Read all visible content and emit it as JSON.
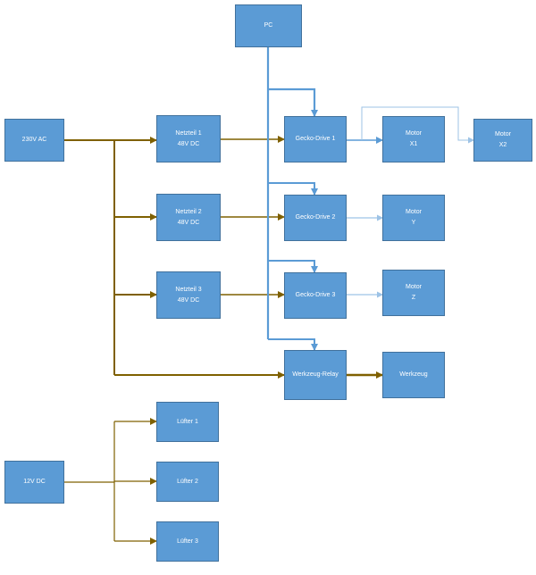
{
  "diagram": {
    "nodes": {
      "pc": {
        "label": "PC"
      },
      "v230": {
        "label": "230V AC"
      },
      "netzteil1": {
        "label": "Netzteil 1\n48V DC"
      },
      "netzteil2": {
        "label": "Netzteil 2\n48V DC"
      },
      "netzteil3": {
        "label": "Netzteil 3\n48V DC"
      },
      "gecko1": {
        "label": "Gecko-Drive 1"
      },
      "gecko2": {
        "label": "Gecko-Drive 2"
      },
      "gecko3": {
        "label": "Gecko-Drive 3"
      },
      "motorx1": {
        "label": "Motor\nX1"
      },
      "motorx2": {
        "label": "Motor\nX2"
      },
      "motory": {
        "label": "Motor\nY"
      },
      "motorz": {
        "label": "Motor\nZ"
      },
      "relay": {
        "label": "Werkzeug-Relay"
      },
      "werkzeug": {
        "label": "Werkzeug"
      },
      "v12": {
        "label": "12V DC"
      },
      "luefter1": {
        "label": "Lüfter 1"
      },
      "luefter2": {
        "label": "Lüfter 2"
      },
      "luefter3": {
        "label": "Lüfter 3"
      }
    },
    "edges": [
      {
        "from": "230V AC",
        "to": "Netzteil 1",
        "type": "power"
      },
      {
        "from": "230V AC",
        "to": "Netzteil 2",
        "type": "power"
      },
      {
        "from": "230V AC",
        "to": "Netzteil 3",
        "type": "power"
      },
      {
        "from": "230V AC",
        "to": "Werkzeug-Relay",
        "type": "power"
      },
      {
        "from": "Netzteil 1",
        "to": "Gecko-Drive 1",
        "type": "power"
      },
      {
        "from": "Netzteil 2",
        "to": "Gecko-Drive 2",
        "type": "power"
      },
      {
        "from": "Netzteil 3",
        "to": "Gecko-Drive 3",
        "type": "power"
      },
      {
        "from": "PC",
        "to": "Gecko-Drive 1",
        "type": "signal"
      },
      {
        "from": "PC",
        "to": "Gecko-Drive 2",
        "type": "signal"
      },
      {
        "from": "PC",
        "to": "Gecko-Drive 3",
        "type": "signal"
      },
      {
        "from": "PC",
        "to": "Werkzeug-Relay",
        "type": "signal"
      },
      {
        "from": "Gecko-Drive 1",
        "to": "Motor X1",
        "type": "signal"
      },
      {
        "from": "Gecko-Drive 1",
        "to": "Motor X2",
        "type": "signal"
      },
      {
        "from": "Gecko-Drive 2",
        "to": "Motor Y",
        "type": "signal"
      },
      {
        "from": "Gecko-Drive 3",
        "to": "Motor Z",
        "type": "signal"
      },
      {
        "from": "Werkzeug-Relay",
        "to": "Werkzeug",
        "type": "power"
      },
      {
        "from": "12V DC",
        "to": "Lüfter 1",
        "type": "power"
      },
      {
        "from": "12V DC",
        "to": "Lüfter 2",
        "type": "power"
      },
      {
        "from": "12V DC",
        "to": "Lüfter 3",
        "type": "power"
      }
    ],
    "colors": {
      "node_fill": "#5B9BD5",
      "node_border": "#41719C",
      "node_text": "#FFFFFF",
      "power_line": "#7F6000",
      "signal_line": "#5B9BD5",
      "signal_line_light": "#9DC3E6",
      "background": "#FFFFFF"
    }
  }
}
